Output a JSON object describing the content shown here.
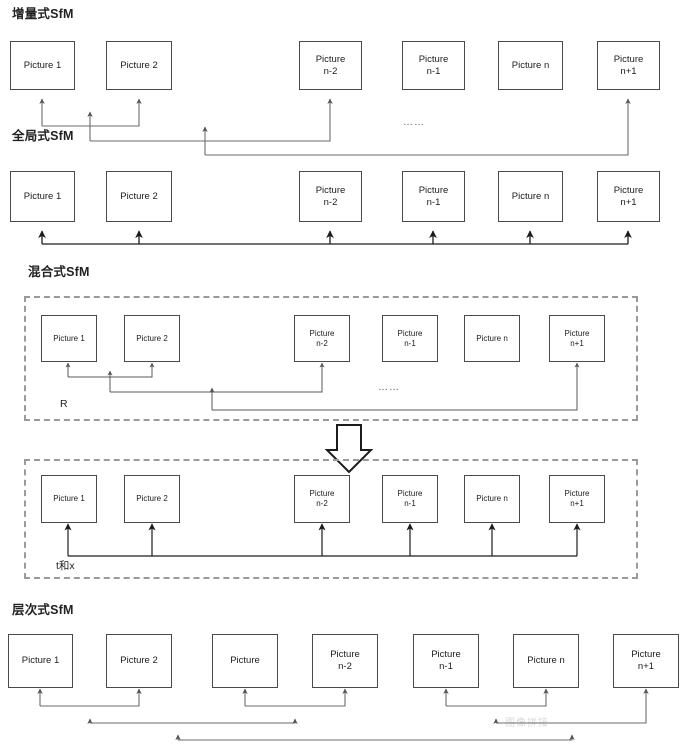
{
  "figure": {
    "background": "#ffffff",
    "line_color": "#6b6b6b",
    "box_border_color": "#4a4a4a",
    "dash_color": "#9a9a9a",
    "ellipsis": "……",
    "watermark": "图像拼接"
  },
  "sections": [
    {
      "id": "incremental",
      "title": "增量式SfM",
      "boxes": [
        {
          "label": "Picture 1"
        },
        {
          "label": "Picture 2"
        },
        {
          "label": "Picture\nn-2"
        },
        {
          "label": "Picture\nn-1"
        },
        {
          "label": "Picture n"
        },
        {
          "label": "Picture\nn+1"
        }
      ]
    },
    {
      "id": "global",
      "title": "全局式SfM",
      "boxes": [
        {
          "label": "Picture 1"
        },
        {
          "label": "Picture 2"
        },
        {
          "label": "Picture\nn-2"
        },
        {
          "label": "Picture\nn-1"
        },
        {
          "label": "Picture n"
        },
        {
          "label": "Picture\nn+1"
        }
      ]
    },
    {
      "id": "hybrid",
      "title": "混合式SfM",
      "group_top_label": "R",
      "group_bottom_label": "t和x",
      "boxes_top": [
        {
          "label": "Picture 1"
        },
        {
          "label": "Picture 2"
        },
        {
          "label": "Picture\nn-2"
        },
        {
          "label": "Picture\nn-1"
        },
        {
          "label": "Picture n"
        },
        {
          "label": "Picture\nn+1"
        }
      ],
      "boxes_bottom": [
        {
          "label": "Picture 1"
        },
        {
          "label": "Picture 2"
        },
        {
          "label": "Picture\nn-2"
        },
        {
          "label": "Picture\nn-1"
        },
        {
          "label": "Picture n"
        },
        {
          "label": "Picture\nn+1"
        }
      ]
    },
    {
      "id": "hierarchical",
      "title": "层次式SfM",
      "boxes": [
        {
          "label": "Picture 1"
        },
        {
          "label": "Picture 2"
        },
        {
          "label": "Picture"
        },
        {
          "label": "Picture\nn-2"
        },
        {
          "label": "Picture\nn-1"
        },
        {
          "label": "Picture n"
        },
        {
          "label": "Picture\nn+1"
        }
      ]
    }
  ]
}
